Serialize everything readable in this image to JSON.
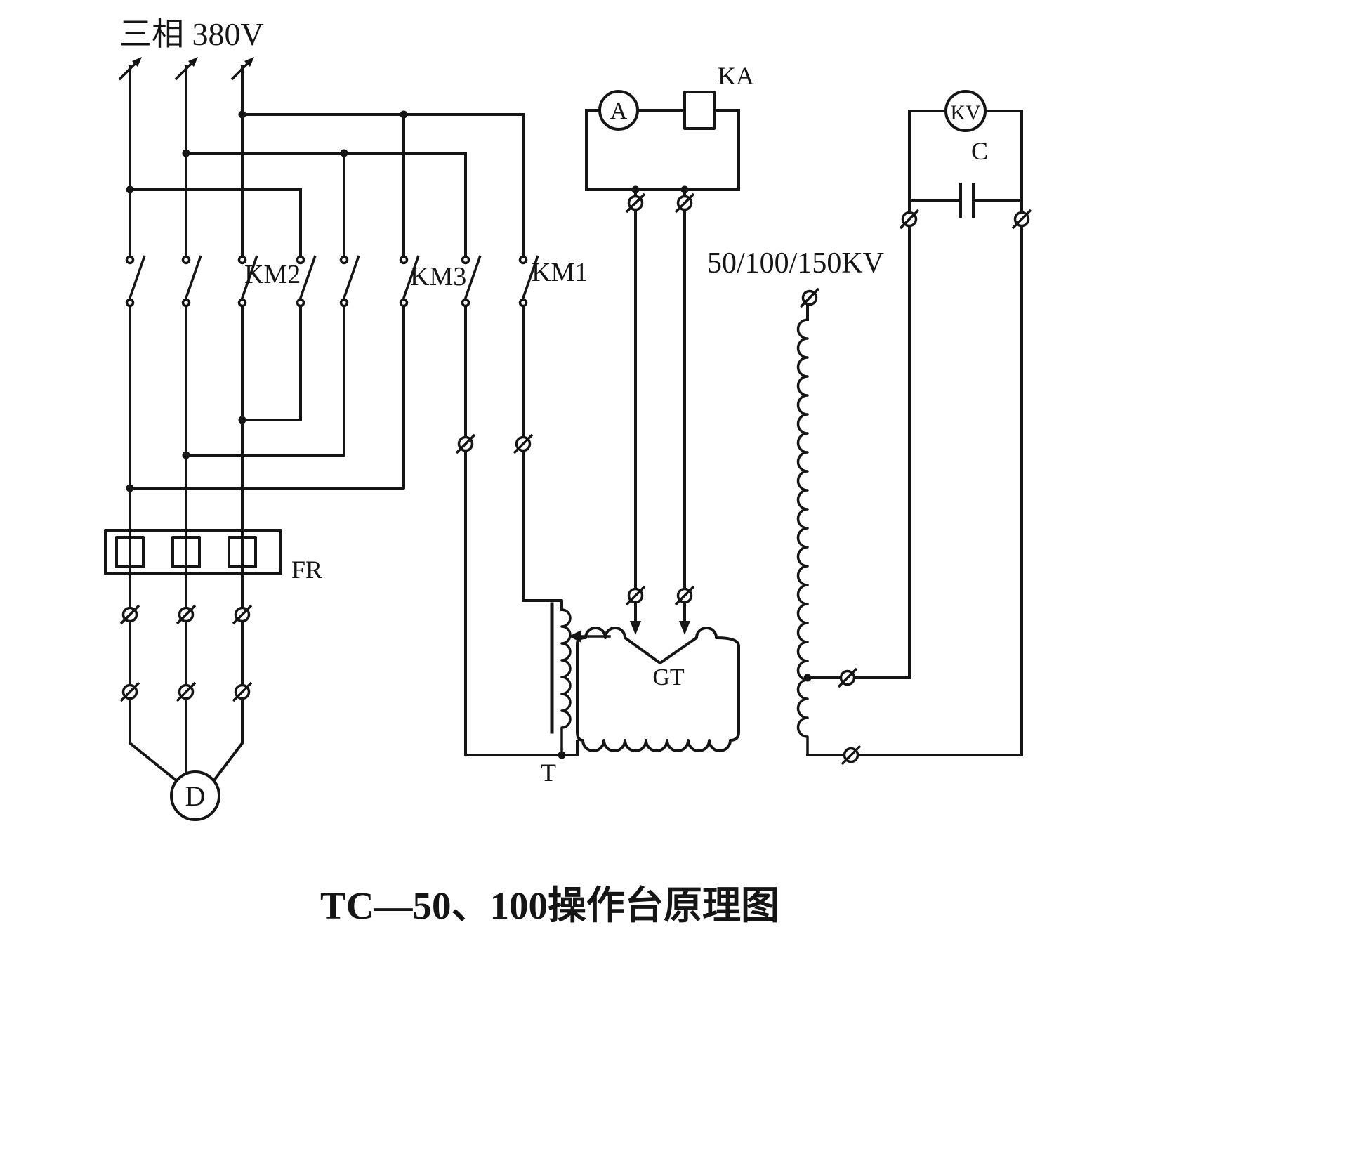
{
  "labels": {
    "supply": "三相 380V",
    "km2": "KM2",
    "km3": "KM3",
    "km1": "KM1",
    "fr": "FR",
    "motor": "D",
    "ammeter": "A",
    "relay": "KA",
    "regulator": "GT",
    "transformer": "T",
    "voltmeter": "KV",
    "capacitor": "C",
    "hv_output": "50/100/150KV",
    "title": "TC—50、100操作台原理图"
  },
  "colors": {
    "line": "#151515",
    "background": "#ffffff"
  }
}
